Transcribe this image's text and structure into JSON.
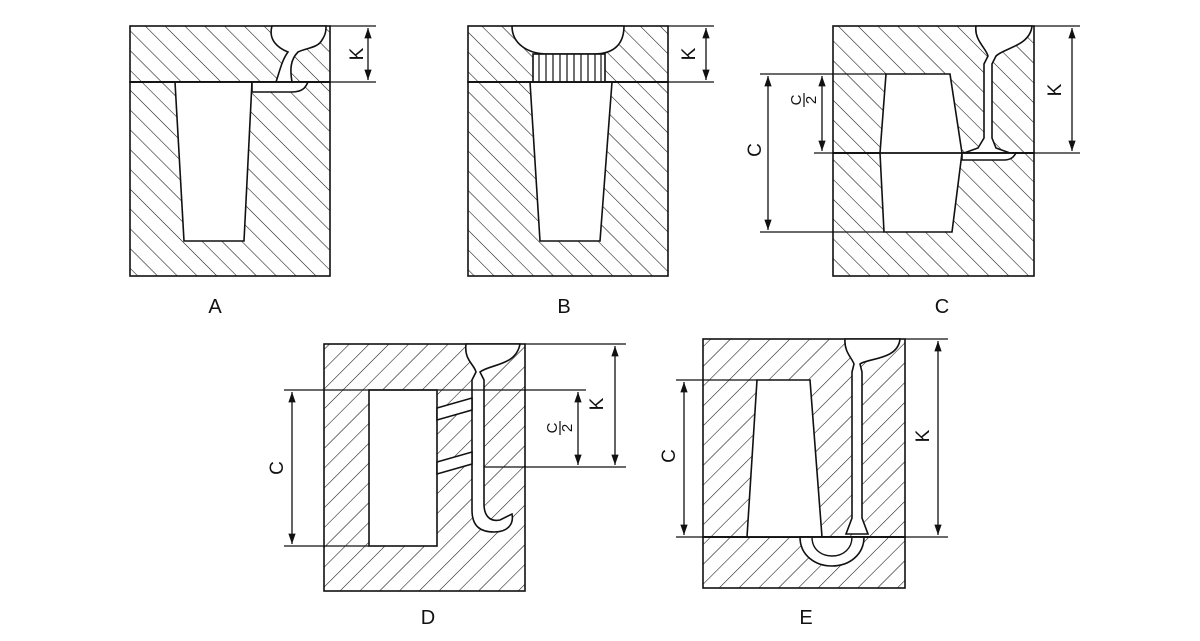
{
  "panels": [
    {
      "id": "A",
      "label": "A",
      "dims": {
        "k": "K"
      }
    },
    {
      "id": "B",
      "label": "B",
      "dims": {
        "k": "K"
      }
    },
    {
      "id": "C",
      "label": "C",
      "dims": {
        "c": "C",
        "half_num": "C",
        "half_den": "2",
        "k": "K"
      }
    },
    {
      "id": "D",
      "label": "D",
      "dims": {
        "c": "C",
        "half_num": "C",
        "half_den": "2",
        "k": "K"
      }
    },
    {
      "id": "E",
      "label": "E",
      "dims": {
        "c": "C",
        "k": "K"
      }
    }
  ],
  "colors": {
    "line": "#111111",
    "background": "#ffffff"
  }
}
